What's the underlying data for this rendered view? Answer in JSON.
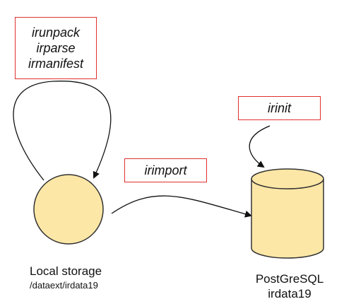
{
  "boxes": {
    "local_tools": [
      "irunpack",
      "irparse",
      "irmanifest"
    ],
    "import": "irimport",
    "init": "irinit"
  },
  "local_storage": {
    "title": "Local storage",
    "path": "/dataext/irdata19"
  },
  "database": {
    "title": "PostGreSQL",
    "name": "irdata19"
  },
  "colors": {
    "node_fill": "#fde7a6",
    "node_stroke": "#333333",
    "label_border": "#e03030"
  }
}
